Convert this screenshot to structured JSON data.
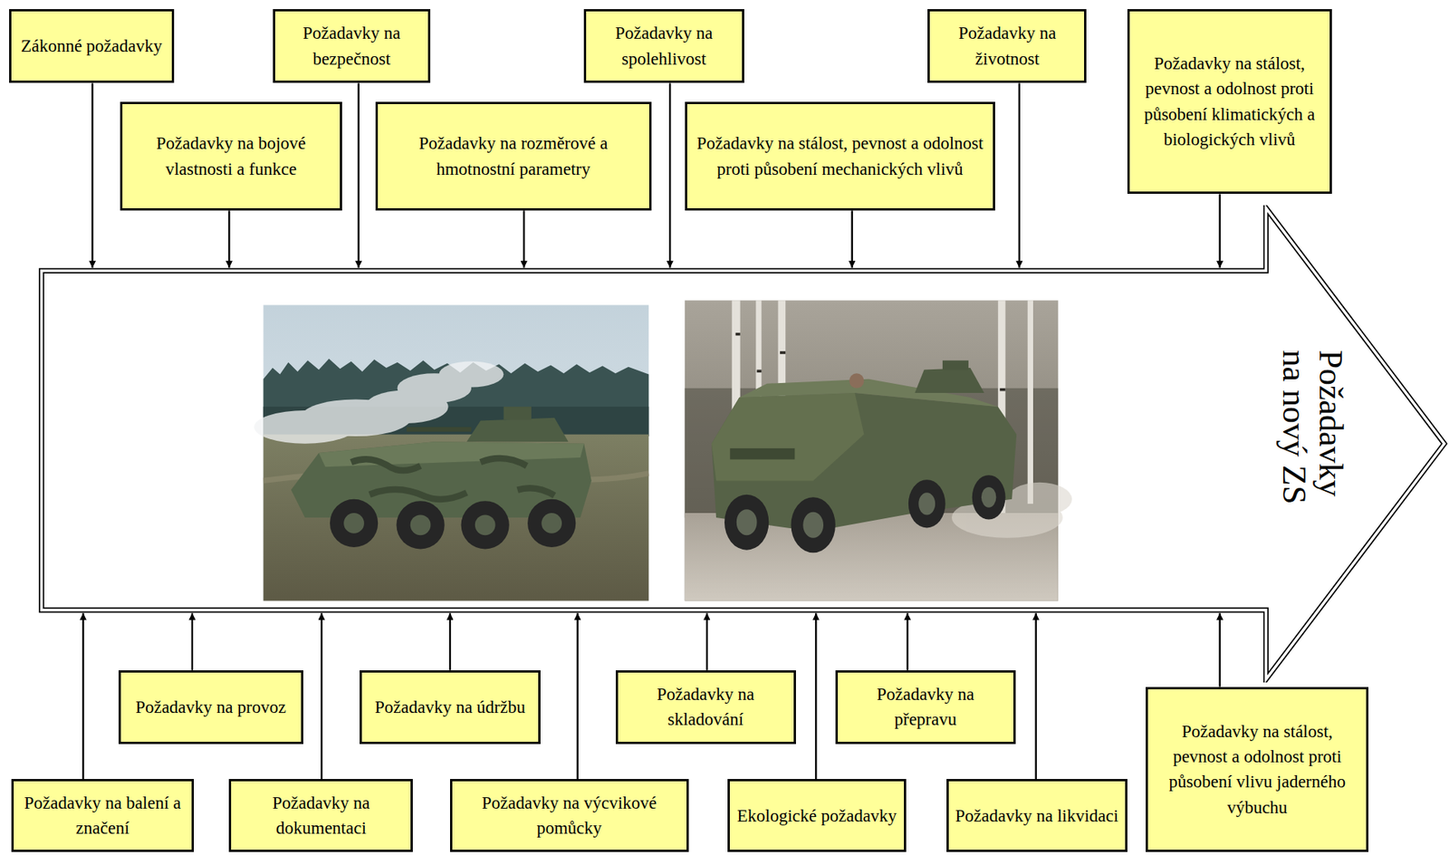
{
  "diagram": {
    "nodes": [
      {
        "text": [
          "Zákonné požadavky"
        ]
      },
      {
        "text": [
          "Požadavky na bezpečnost"
        ]
      },
      {
        "text": [
          "Požadavky na spolehlivost"
        ]
      },
      {
        "text": [
          "Požadavky na životnost"
        ]
      },
      {
        "text": [
          "Požadavky na stálost, pevnost a odolnost proti působení klimatických a biologických vlivů"
        ]
      },
      {
        "text": [
          "Požadavky na bojové vlastnosti a funkce"
        ]
      },
      {
        "text": [
          "Požadavky na rozměrové a hmotnostní parametry"
        ]
      },
      {
        "text": [
          "Požadavky na stálost, pevnost a odolnost proti působení mechanických vlivů"
        ]
      },
      {
        "text": [
          "Požadavky na nový ZS"
        ]
      },
      {
        "text": [
          "Požadavky na provoz"
        ]
      },
      {
        "text": [
          "Požadavky na údržbu"
        ]
      },
      {
        "text": [
          "Požadavky na skladování"
        ]
      },
      {
        "text": [
          "Požadavky na přepravu"
        ]
      },
      {
        "text": [
          "Požadavky na stálost, pevnost a odolnost proti působení vlivu jaderného výbuchu"
        ]
      },
      {
        "text": [
          "Požadavky na balení a značení"
        ]
      },
      {
        "text": [
          "Požadavky na dokumentaci"
        ]
      },
      {
        "text": [
          "Požadavky na výcvikové pomůcky"
        ]
      },
      {
        "text": [
          "Ekologické požadavky"
        ]
      },
      {
        "text": [
          "Požadavky na likvidaci"
        ]
      }
    ],
    "edges": [
      {
        "from": 0,
        "to": 8,
        "arrow": "to"
      },
      {
        "from": 1,
        "to": 8,
        "arrow": "to"
      },
      {
        "from": 2,
        "to": 8,
        "arrow": "to"
      },
      {
        "from": 3,
        "to": 8,
        "arrow": "to"
      },
      {
        "from": 4,
        "to": 8,
        "arrow": "to"
      },
      {
        "from": 5,
        "to": 8,
        "arrow": "to"
      },
      {
        "from": 6,
        "to": 8,
        "arrow": "to"
      },
      {
        "from": 7,
        "to": 8,
        "arrow": "to"
      },
      {
        "from": 9,
        "to": 8,
        "arrow": "to"
      },
      {
        "from": 10,
        "to": 8,
        "arrow": "to"
      },
      {
        "from": 11,
        "to": 8,
        "arrow": "to"
      },
      {
        "from": 12,
        "to": 8,
        "arrow": "to"
      },
      {
        "from": 13,
        "to": 8,
        "arrow": "to"
      },
      {
        "from": 14,
        "to": 8,
        "arrow": "to"
      },
      {
        "from": 15,
        "to": 8,
        "arrow": "to"
      },
      {
        "from": 16,
        "to": 8,
        "arrow": "to"
      },
      {
        "from": 17,
        "to": 8,
        "arrow": "to"
      },
      {
        "from": 18,
        "to": 8,
        "arrow": "to"
      }
    ]
  }
}
